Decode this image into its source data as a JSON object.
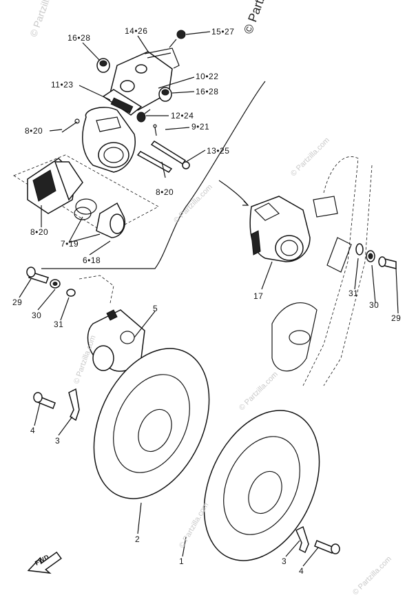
{
  "watermarks": [
    "© Partzilla.com",
    "© Partzilla.com",
    "© Partzilla.com",
    "© Partzilla.com",
    "© Partzilla.com",
    "© Partzilla.com",
    "© Partzilla.com",
    "© Partzilla.com"
  ],
  "callouts": {
    "c16_28a": "16•28",
    "c14_26": "14•26",
    "c15_27": "15•27",
    "c11_23": "11•23",
    "c10_22": "10•22",
    "c16_28b": "16•28",
    "c12_24": "12•24",
    "c8_20a": "8•20",
    "c9_21": "9•21",
    "c13_25": "13•25",
    "c8_20b": "8•20",
    "c8_20c": "8•20",
    "c7_19": "7•19",
    "c6_18": "6•18",
    "c17": "17",
    "c31r": "31",
    "c30r": "30",
    "c29r": "29",
    "c29l": "29",
    "c30l": "30",
    "c31l": "31",
    "c5": "5",
    "c4l": "4",
    "c3l": "3",
    "c2": "2",
    "c1": "1",
    "c3r": "3",
    "c4r": "4",
    "fwd": "FWD"
  }
}
